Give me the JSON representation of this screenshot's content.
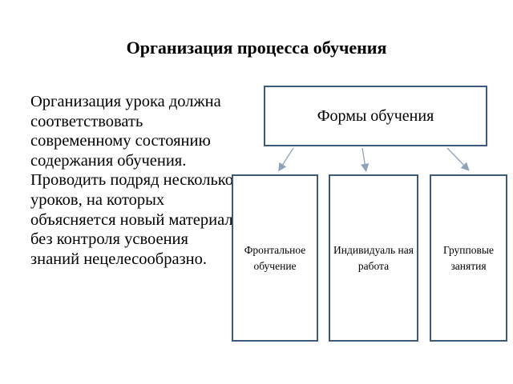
{
  "title": "Организация процесса обучения",
  "body_text": "Организация урока должна соответствовать современному состоянию содержания обучения. Проводить подряд несколько уроков, на которых объясняется новый материал без контроля усвоения знаний нецелесообразно.",
  "diagram": {
    "root": "Формы обучения",
    "children": [
      "Фронтальное обучение",
      "Индивидуаль ная работа",
      "Групповые занятия"
    ]
  },
  "colors": {
    "box_border": "#3e5a7a",
    "arrow": "#8fa3b8"
  }
}
